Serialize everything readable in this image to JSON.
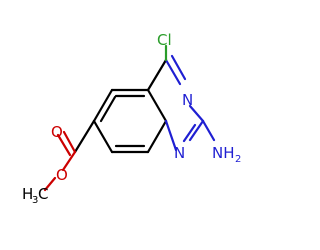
{
  "atoms": {
    "cl": "Cl",
    "n_upper": "N",
    "n_lower": "N",
    "amine_n": "NH",
    "amine_sub": "2",
    "carbonyl_o": "O",
    "ester_o": "O",
    "methyl_h": "H",
    "methyl_sub": "3",
    "methyl_c": "C"
  },
  "colors": {
    "carbon_bond": "#000000",
    "nitrogen": "#1f1fd2",
    "oxygen": "#cc0000",
    "chlorine": "#2a9d2a"
  }
}
